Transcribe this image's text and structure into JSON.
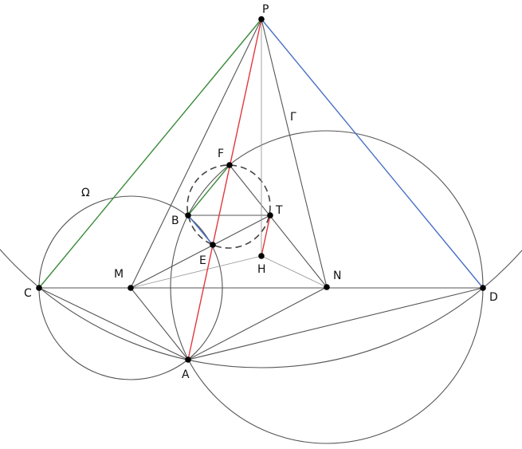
{
  "points": {
    "P": "P",
    "F": "F",
    "B": "B",
    "T": "T",
    "E": "E",
    "H": "H",
    "M": "M",
    "N": "N",
    "C": "C",
    "D": "D",
    "A": "A"
  },
  "circle_labels": {
    "gamma": "Γ",
    "omega": "Ω"
  },
  "colors": {
    "green": "#3a8a3a",
    "blue": "#4a6fc4",
    "red": "#e0393e",
    "line": "#555555",
    "thin": "#999999"
  }
}
